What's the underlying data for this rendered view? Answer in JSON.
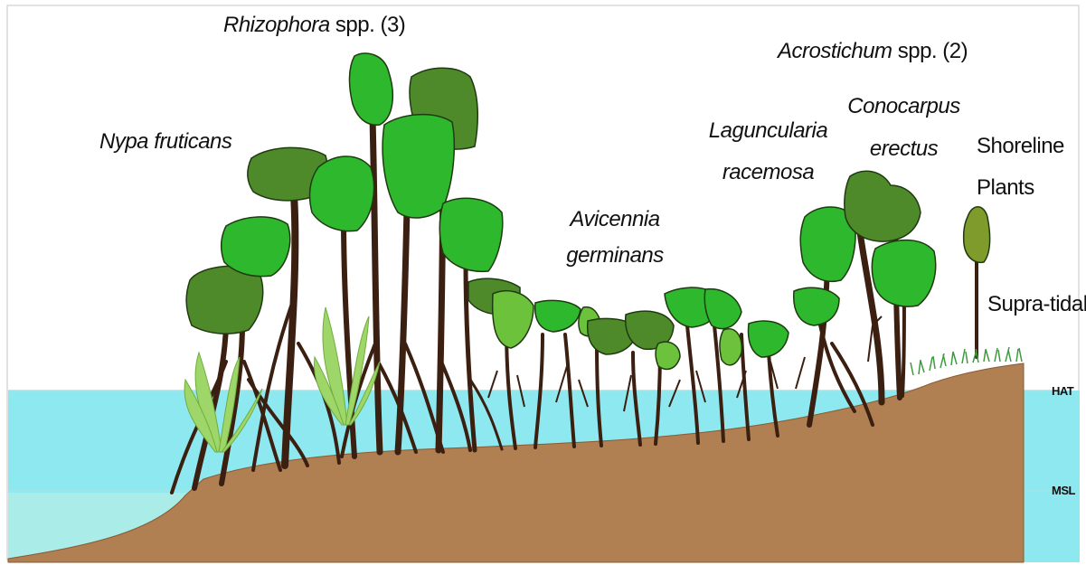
{
  "labels": {
    "rhizophora": {
      "genus": "Rhizophora",
      "rest": " spp. (3)"
    },
    "acrostichum": {
      "genus": "Acrostichum",
      "rest": " spp. (2)"
    },
    "nypa": "Nypa fruticans",
    "laguncularia_1": "Laguncularia",
    "laguncularia_2": "racemosa",
    "conocarpus_1": "Conocarpus",
    "conocarpus_2": "erectus",
    "avicennia_1": "Avicennia",
    "avicennia_2": "germinans",
    "shoreline_1": "Shoreline",
    "shoreline_2": "Plants",
    "supratidal": "Supra-tidal",
    "hat": "HAT",
    "msl": "MSL"
  },
  "colors": {
    "water": "#8ee8ef",
    "water_shallow": "#a9ece8",
    "soil": "#b07f52",
    "soil_edge": "#8a5a33",
    "canopy_bright": "#2eb82e",
    "canopy_dark": "#4f8a2a",
    "canopy_olive": "#7e9b2b",
    "trunk": "#3b1f10",
    "fern": "#9fd66a",
    "level_line": "#9ee6e6",
    "grass": "#3f9a3f"
  },
  "icons": [
    "mangrove-tree-icon",
    "nypa-palm-icon",
    "shoreline-plant-icon",
    "grass-icon"
  ]
}
